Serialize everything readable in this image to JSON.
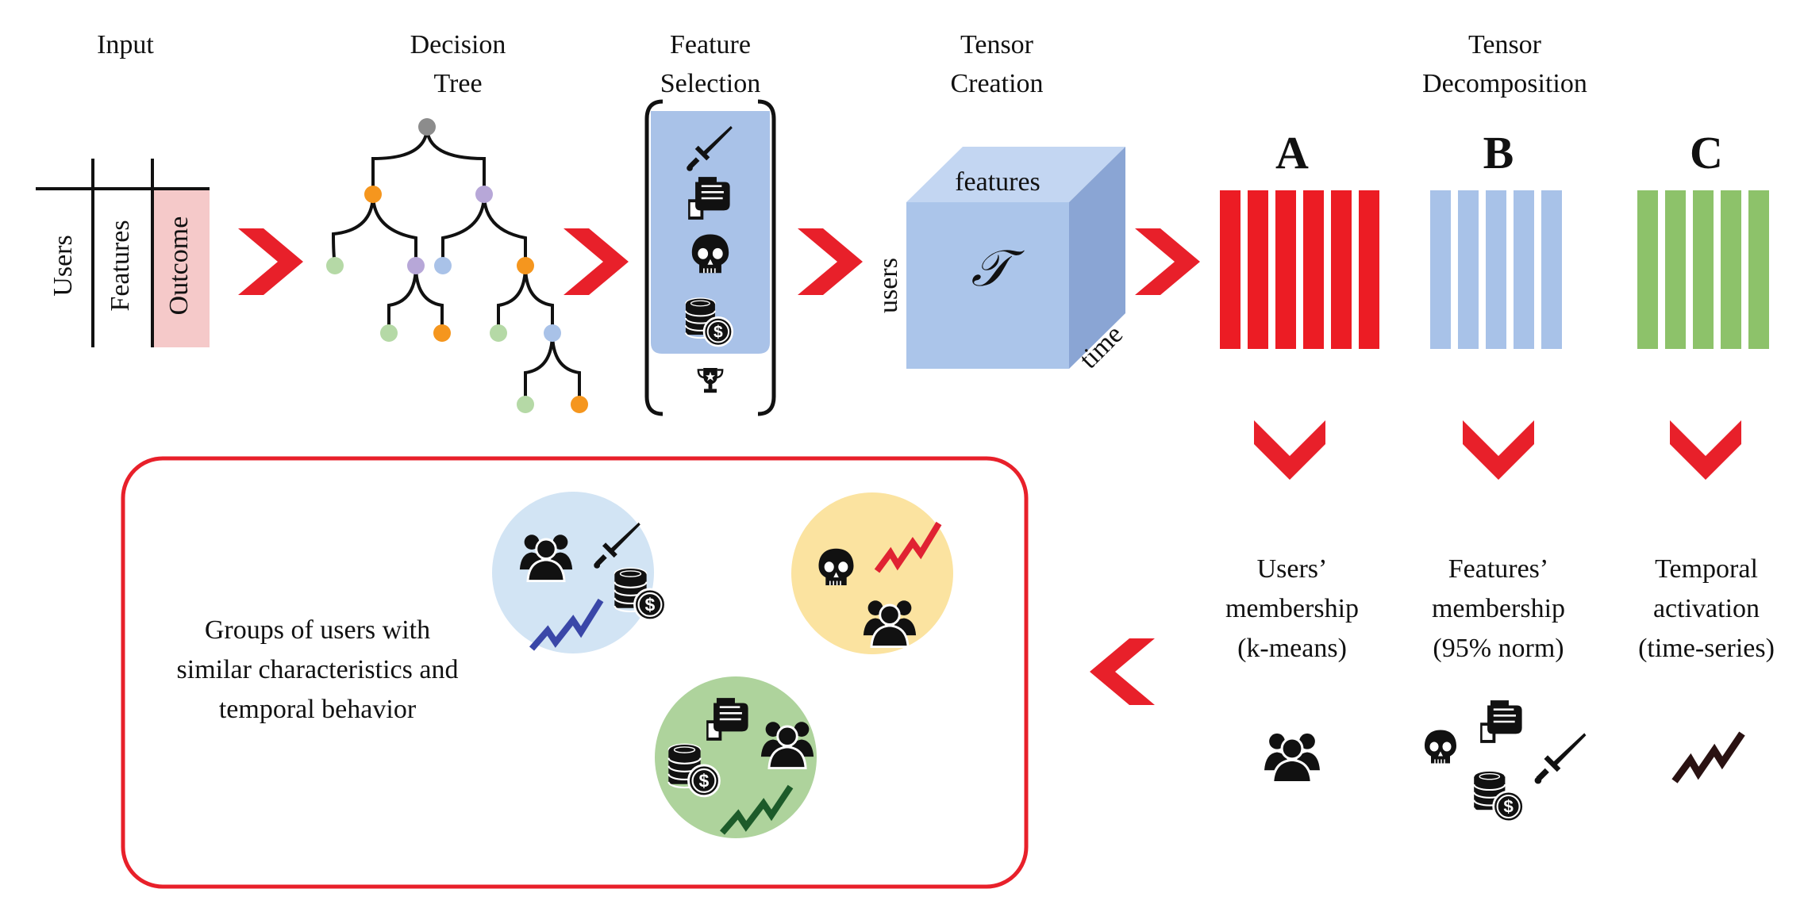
{
  "headers": {
    "input": "Input",
    "decision_tree": [
      "Decision",
      "Tree"
    ],
    "feature_selection": [
      "Feature",
      "Selection"
    ],
    "tensor_creation": [
      "Tensor",
      "Creation"
    ],
    "tensor_decomposition": [
      "Tensor",
      "Decomposition"
    ]
  },
  "input_table": {
    "col1": "Users",
    "col2": "Features",
    "col3": "Outcome"
  },
  "tensor": {
    "top": "features",
    "left": "users",
    "right": "time",
    "symbol": "𝒯"
  },
  "factors": {
    "a": "A",
    "b": "B",
    "c": "C"
  },
  "outputs": {
    "users": [
      "Users’",
      "membership",
      "(k-means)"
    ],
    "features": [
      "Features’",
      "membership",
      "(95% norm)"
    ],
    "temporal": [
      "Temporal",
      "activation",
      "(time-series)"
    ]
  },
  "result": [
    "Groups of users with",
    "similar characteristics and",
    "temporal behavior"
  ],
  "colors": {
    "arrow": "#e8202a",
    "factor_a": "#ec1c24",
    "factor_b": "#a8c2e8",
    "factor_c": "#8dc26a",
    "cube_front": "#abc5ea",
    "cube_top": "#c3d6f2",
    "cube_side": "#8aa5d4",
    "outcome": "#f5c9c9",
    "cluster_blue": "#d2e4f4",
    "cluster_yellow": "#fbe3a0",
    "cluster_green": "#aed39c",
    "node_gray": "#8c8c8c",
    "node_orange": "#f5961e",
    "node_purple": "#b7a7d8",
    "node_green": "#b5d9a6",
    "node_blue": "#a9c2e8"
  },
  "icons": [
    "sword-icon",
    "fist-money-icon",
    "skull-icon",
    "coins-icon",
    "trophy-icon",
    "users-group-icon",
    "trend-line-icon"
  ]
}
